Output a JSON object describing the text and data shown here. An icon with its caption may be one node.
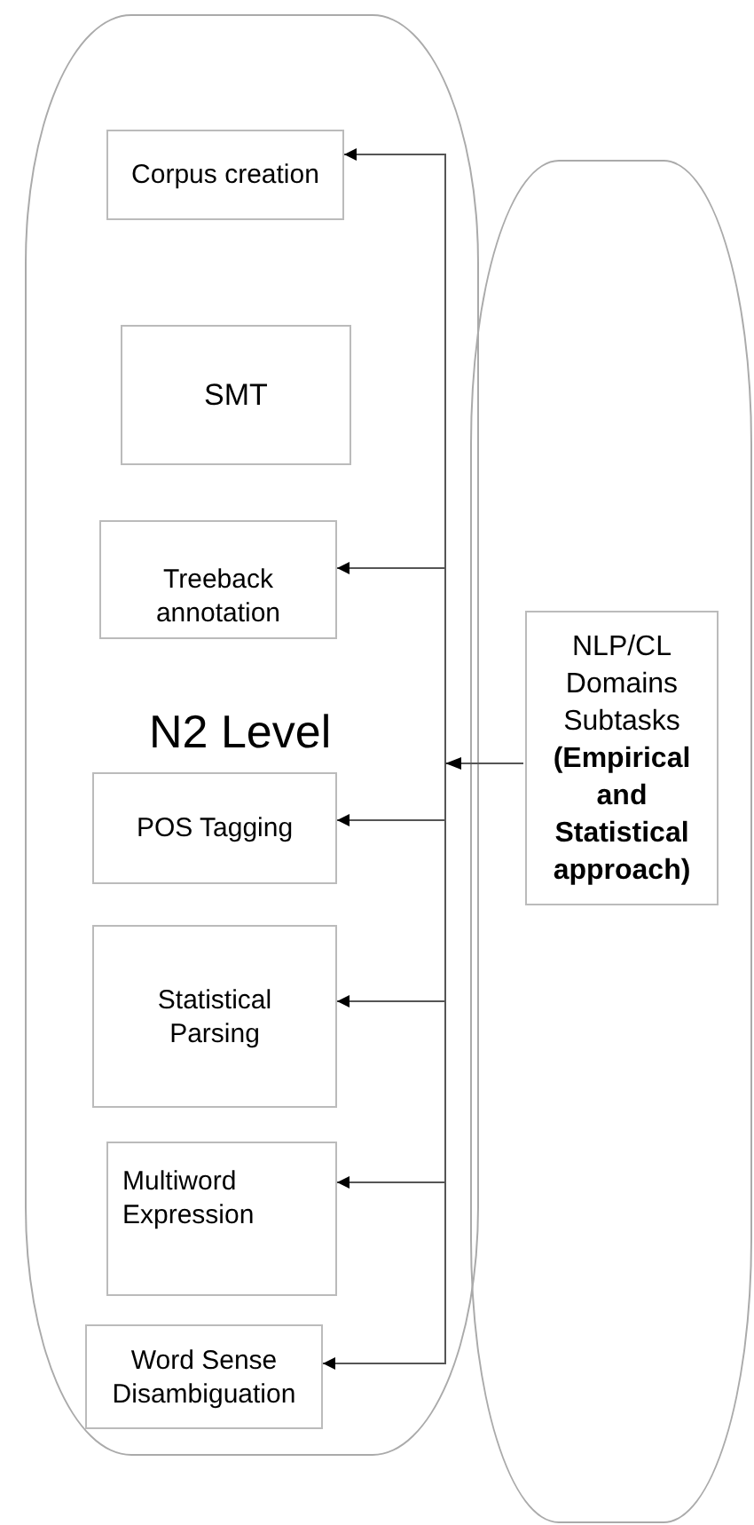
{
  "diagram": {
    "nodes": [
      {
        "text": [
          "N2 Level"
        ]
      },
      {
        "text": [
          "Corpus creation"
        ],
        "in": 0
      },
      {
        "text": [
          "SMT"
        ],
        "in": 0
      },
      {
        "text": [
          "Treeback annotation"
        ],
        "in": 0
      },
      {
        "text": [
          "POS Tagging"
        ],
        "in": 0
      },
      {
        "text": [
          "Statistical Parsing"
        ],
        "in": 0
      },
      {
        "text": [
          "Multiword Expression"
        ],
        "in": 0
      },
      {
        "text": [
          "Word Sense Disambiguation"
        ],
        "in": 0
      },
      {
        "text": [],
        "shape": "box"
      },
      {
        "text": [
          "NLP/CL Domains Subtasks **(Empirical and Statistical approach)**"
        ],
        "in": 8
      }
    ],
    "edges": [
      {
        "from": 9,
        "to": 1,
        "arrow": "to"
      },
      {
        "from": 9,
        "to": 3,
        "arrow": "to"
      },
      {
        "from": 9,
        "to": 4,
        "arrow": "to"
      },
      {
        "from": 9,
        "to": 5,
        "arrow": "to"
      },
      {
        "from": 9,
        "to": 6,
        "arrow": "to"
      },
      {
        "from": 9,
        "to": 7,
        "arrow": "to"
      }
    ]
  }
}
